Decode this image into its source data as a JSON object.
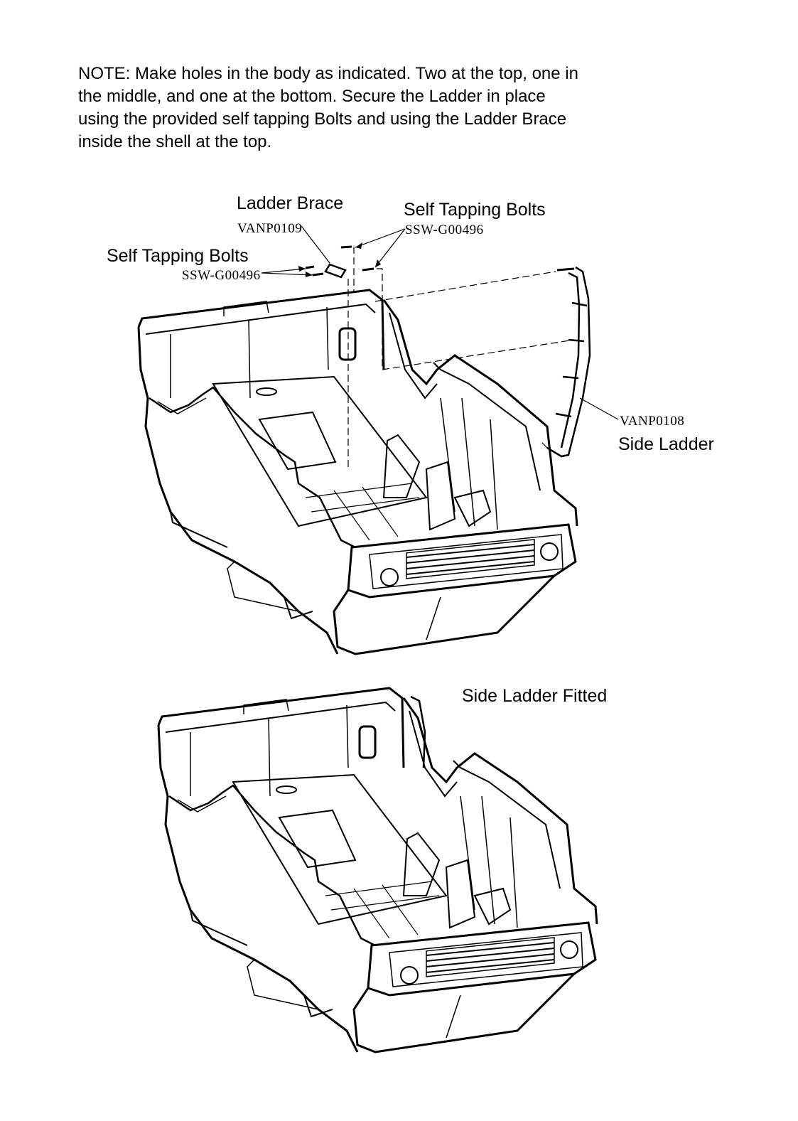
{
  "note": "NOTE: Make holes in the body as indicated. Two at the top, one in the middle, and one at the bottom. Secure the Ladder in place using the provided self tapping Bolts and using the Ladder Brace inside the shell at the top.",
  "callouts": {
    "ladder_brace": {
      "name": "Ladder Brace",
      "code": "VANP0109"
    },
    "bolts_top": {
      "name": "Self Tapping Bolts",
      "code": "SSW-G00496"
    },
    "bolts_left": {
      "name": "Self Tapping Bolts",
      "code": "SSW-G00496"
    },
    "side_ladder": {
      "name": "Side Ladder",
      "code": "VANP0108"
    }
  },
  "fitted_caption": "Side Ladder Fitted"
}
